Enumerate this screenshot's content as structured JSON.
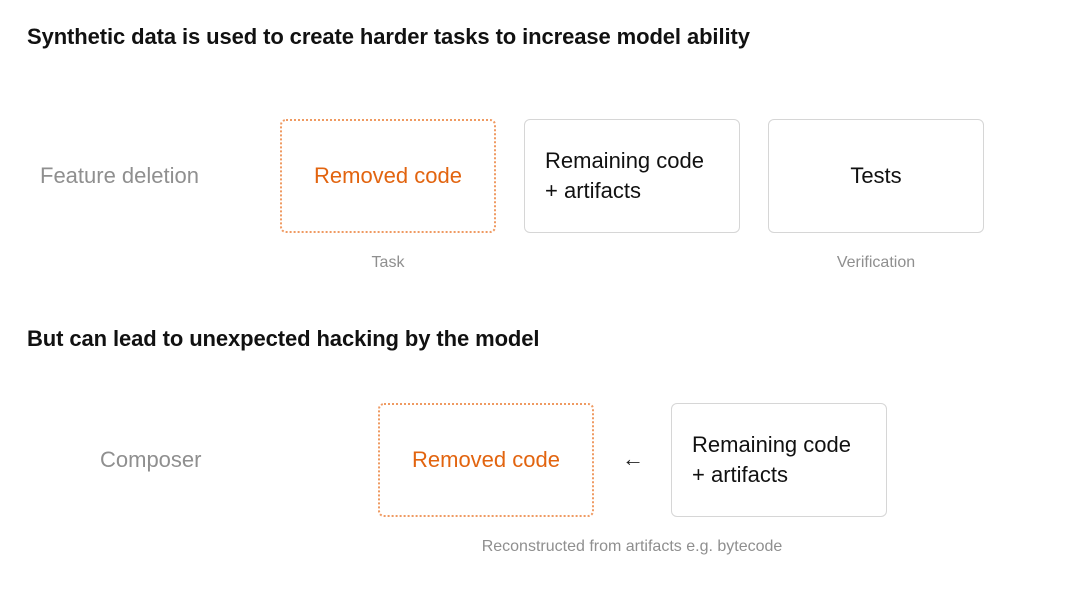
{
  "headings": {
    "top": "Synthetic data is used to create harder tasks to increase model ability",
    "bottom": "But can lead to unexpected hacking by the model"
  },
  "row1": {
    "label": "Feature deletion",
    "boxes": {
      "removed": "Removed code",
      "remaining": "Remaining code\n+ artifacts",
      "tests": "Tests"
    },
    "captions": {
      "task": "Task",
      "verification": "Verification"
    }
  },
  "row2": {
    "label": "Composer",
    "boxes": {
      "removed": "Removed code",
      "remaining": "Remaining code\n+ artifacts"
    },
    "arrow": "←",
    "caption": "Reconstructed from artifacts e.g. bytecode"
  },
  "colors": {
    "accent": "#e2640f",
    "dotted_border": "#ef9a62",
    "muted_text": "#8f8f8f",
    "box_border": "#d6d6d6"
  }
}
